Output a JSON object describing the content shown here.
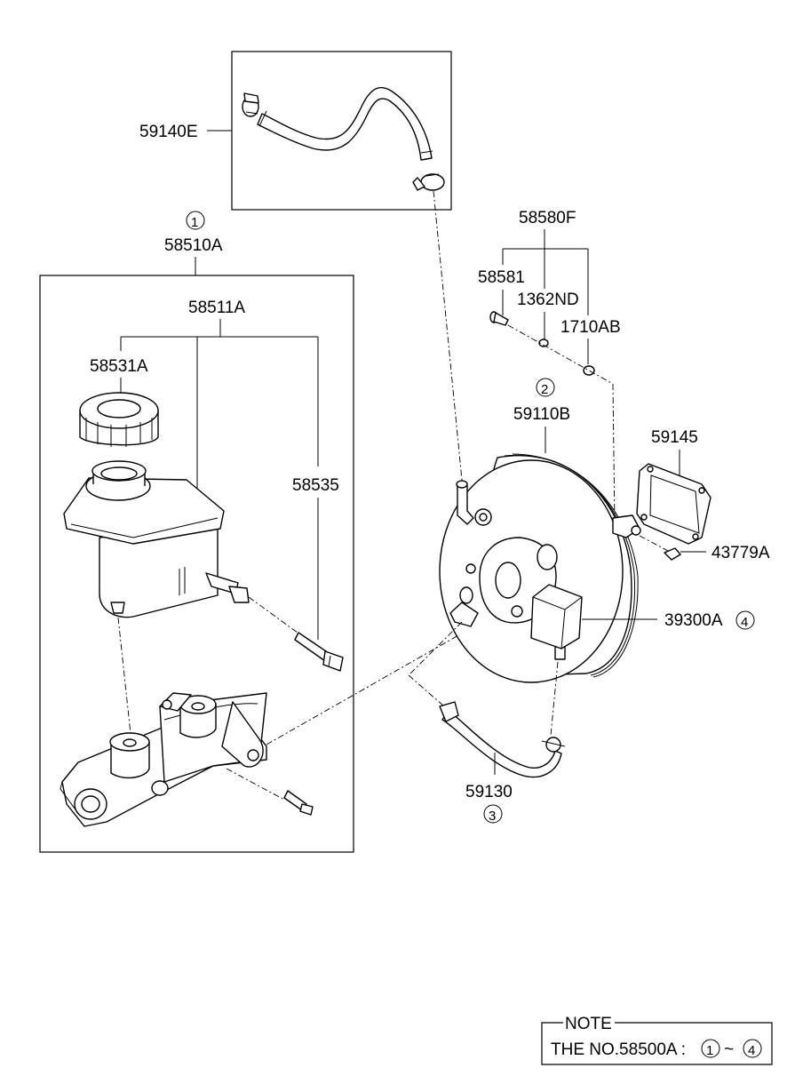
{
  "labels": {
    "hose_upper": "59140E",
    "mc_assy_circle": "1",
    "mc_assy": "58510A",
    "mc_reservoir_assy": "58511A",
    "cap": "58531A",
    "sensor": "58535",
    "kit": "58580F",
    "pin": "58581",
    "nut": "1362ND",
    "oring": "1710AB",
    "booster_circle": "2",
    "booster": "59110B",
    "gasket": "59145",
    "clip": "43779A",
    "check_valve": "39300A",
    "check_valve_circle": "4",
    "hose_lower": "59130",
    "hose_lower_circle": "3"
  },
  "note": {
    "title": "NOTE",
    "text_prefix": "THE NO.58500A :",
    "range_start": "1",
    "range_sep": "~",
    "range_end": "4"
  }
}
